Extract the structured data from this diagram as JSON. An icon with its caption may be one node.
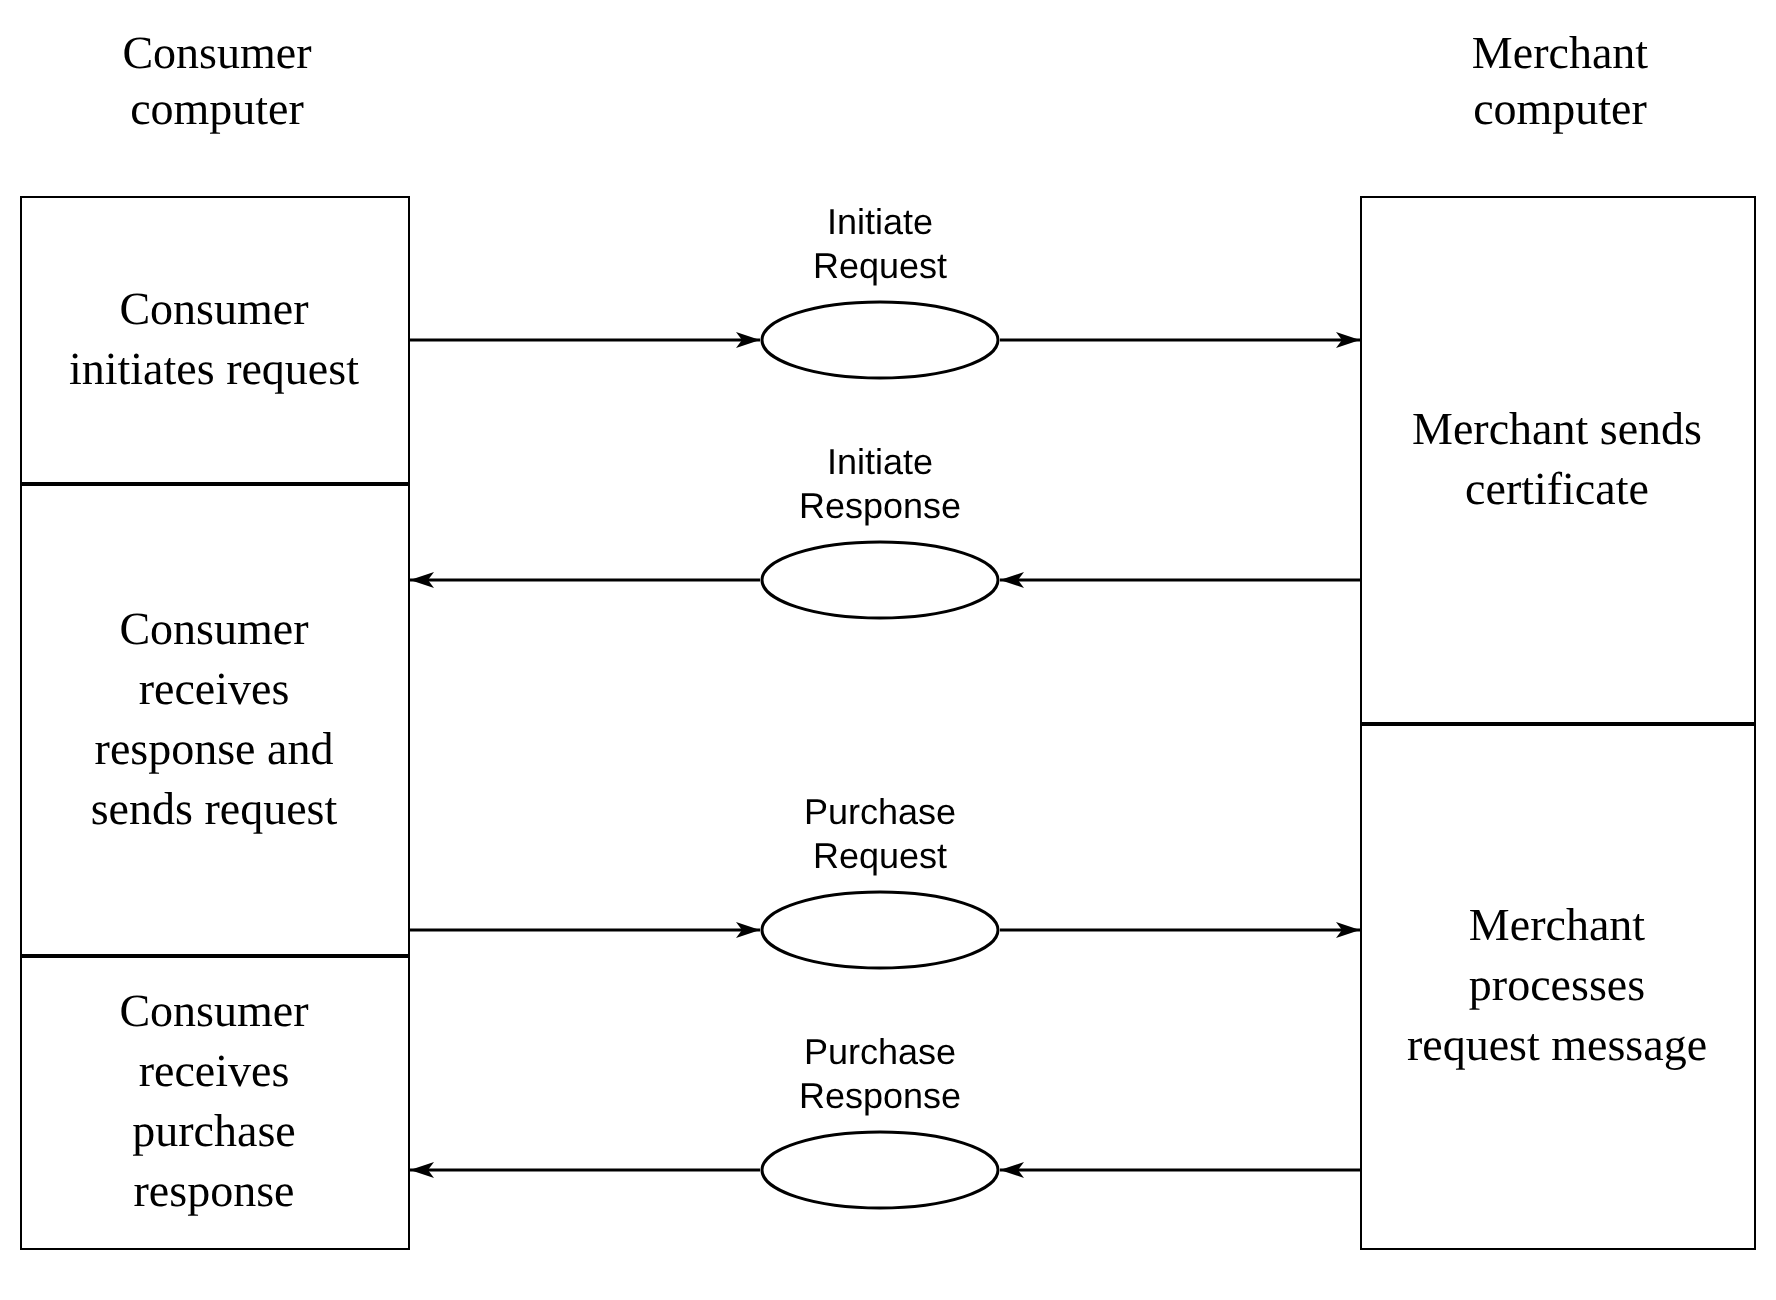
{
  "diagram": {
    "nodes": [
      {
        "text": [
          "Consumer computer"
        ]
      },
      {
        "text": [
          "Consumer initiates request"
        ],
        "in": 0
      },
      {
        "text": [
          "Consumer receives response and sends request"
        ],
        "in": 0
      },
      {
        "text": [
          "Consumer receives purchase response"
        ],
        "in": 0
      },
      {
        "text": [
          "Merchant computer"
        ]
      },
      {
        "text": [
          "Merchant sends certificate"
        ],
        "in": 4
      },
      {
        "text": [
          "Merchant processes request message"
        ],
        "in": 4
      },
      {
        "text": [
          "Initiate Request"
        ]
      },
      {
        "text": [
          "Initiate Response"
        ]
      },
      {
        "text": [
          "Purchase Request"
        ]
      },
      {
        "text": [
          "Purchase Response"
        ]
      }
    ],
    "edges": [
      {
        "from": 1,
        "to": 7,
        "arrow": "to"
      },
      {
        "from": 7,
        "to": 5,
        "arrow": "to"
      },
      {
        "from": 5,
        "to": 8,
        "arrow": "to"
      },
      {
        "from": 8,
        "to": 2,
        "arrow": "to"
      },
      {
        "from": 2,
        "to": 9,
        "arrow": "to"
      },
      {
        "from": 9,
        "to": 6,
        "arrow": "to"
      },
      {
        "from": 6,
        "to": 10,
        "arrow": "to"
      },
      {
        "from": 10,
        "to": 3,
        "arrow": "to"
      }
    ]
  }
}
